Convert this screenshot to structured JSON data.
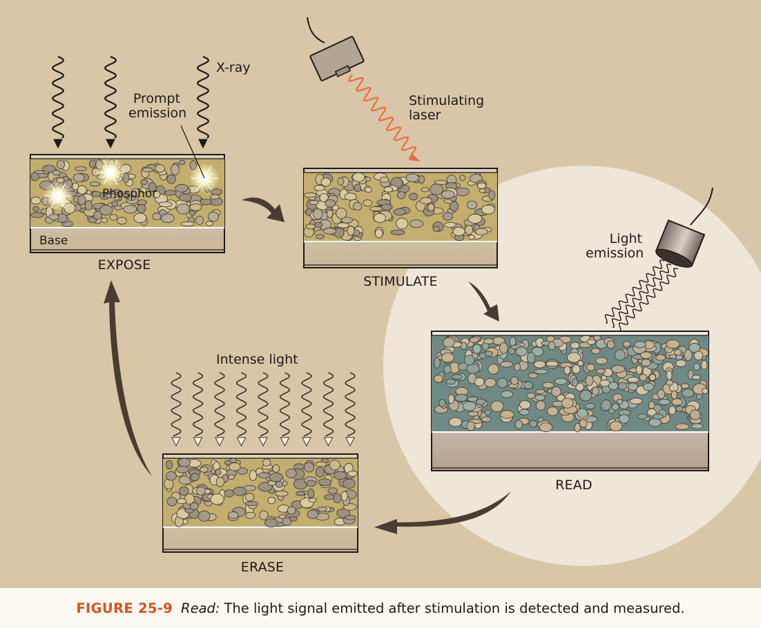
{
  "figure": {
    "labels": {
      "xray": "X-ray",
      "prompt_emission_1": "Prompt",
      "prompt_emission_2": "emission",
      "phosphor": "Phosphor",
      "base": "Base",
      "stimulating_laser_1": "Stimulating",
      "stimulating_laser_2": "laser",
      "light_emission_1": "Light",
      "light_emission_2": "emission",
      "intense_light": "Intense light"
    },
    "stages": {
      "expose": "EXPOSE",
      "stimulate": "STIMULATE",
      "read": "READ",
      "erase": "ERASE"
    },
    "colors": {
      "background": "#d9c5a8",
      "phosphor_layer": "#c2ae6e",
      "read_phosphor_layer": "#6f8a84",
      "laser": "#e3703f",
      "arrow": "#4a3c33",
      "highlight_circle": "#efe6d8"
    }
  },
  "caption": {
    "number": "FIGURE 25-9",
    "lead": "Read:",
    "text": "The light signal emitted after stimulation is detected and measured."
  }
}
